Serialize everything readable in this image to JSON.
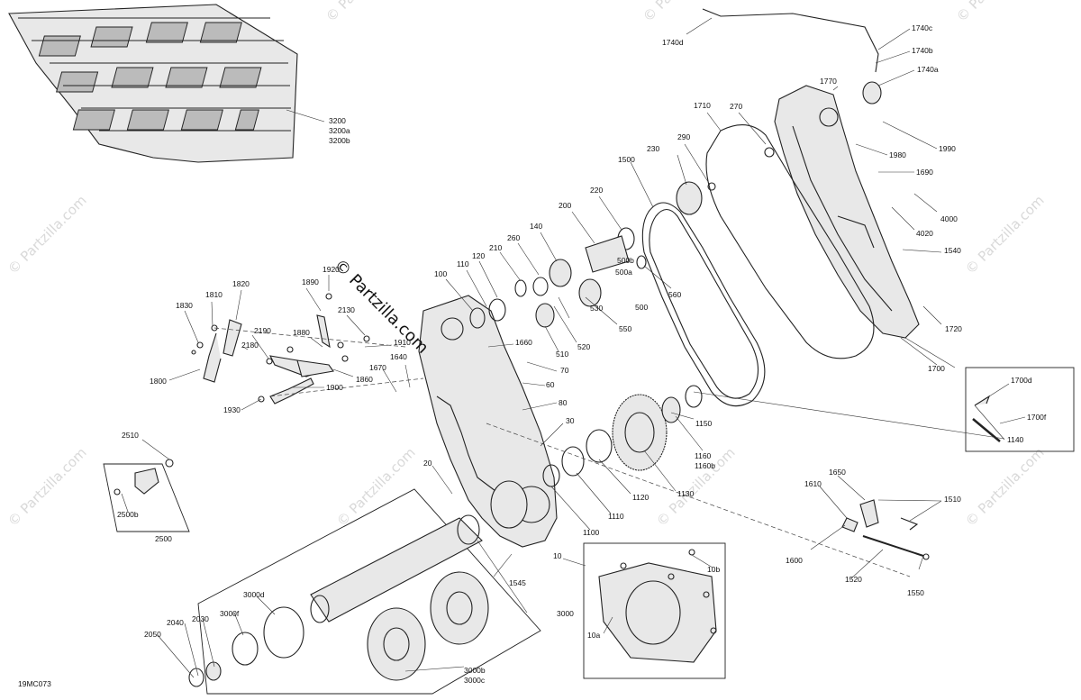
{
  "diagram_code": "19MC073",
  "watermark": {
    "main": "© Partzilla.com",
    "repeat": "© Partzilla.com"
  },
  "labels": [
    {
      "id": "3200",
      "text": "3200"
    },
    {
      "id": "3200a",
      "text": "3200a"
    },
    {
      "id": "3200b",
      "text": "3200b"
    },
    {
      "id": "1740d",
      "text": "1740d"
    },
    {
      "id": "1740c",
      "text": "1740c"
    },
    {
      "id": "1740b",
      "text": "1740b"
    },
    {
      "id": "1740a",
      "text": "1740a"
    },
    {
      "id": "1770",
      "text": "1770"
    },
    {
      "id": "1710",
      "text": "1710"
    },
    {
      "id": "270",
      "text": "270"
    },
    {
      "id": "1990",
      "text": "1990"
    },
    {
      "id": "1980",
      "text": "1980"
    },
    {
      "id": "290",
      "text": "290"
    },
    {
      "id": "230",
      "text": "230"
    },
    {
      "id": "1500",
      "text": "1500"
    },
    {
      "id": "1690",
      "text": "1690"
    },
    {
      "id": "220",
      "text": "220"
    },
    {
      "id": "200",
      "text": "200"
    },
    {
      "id": "4000",
      "text": "4000"
    },
    {
      "id": "4020",
      "text": "4020"
    },
    {
      "id": "140",
      "text": "140"
    },
    {
      "id": "260",
      "text": "260"
    },
    {
      "id": "210",
      "text": "210"
    },
    {
      "id": "120",
      "text": "120"
    },
    {
      "id": "110",
      "text": "110"
    },
    {
      "id": "100",
      "text": "100"
    },
    {
      "id": "500b",
      "text": "500b"
    },
    {
      "id": "500a",
      "text": "500a"
    },
    {
      "id": "1540",
      "text": "1540"
    },
    {
      "id": "560",
      "text": "560"
    },
    {
      "id": "500",
      "text": "500"
    },
    {
      "id": "530",
      "text": "530"
    },
    {
      "id": "550",
      "text": "550"
    },
    {
      "id": "510",
      "text": "510"
    },
    {
      "id": "520",
      "text": "520"
    },
    {
      "id": "1720",
      "text": "1720"
    },
    {
      "id": "1920",
      "text": "1920"
    },
    {
      "id": "1820",
      "text": "1820"
    },
    {
      "id": "1890",
      "text": "1890"
    },
    {
      "id": "1810",
      "text": "1810"
    },
    {
      "id": "1830",
      "text": "1830"
    },
    {
      "id": "2130",
      "text": "2130"
    },
    {
      "id": "1880",
      "text": "1880"
    },
    {
      "id": "2190",
      "text": "2190"
    },
    {
      "id": "2180",
      "text": "2180"
    },
    {
      "id": "1910",
      "text": "1910"
    },
    {
      "id": "1660",
      "text": "1660"
    },
    {
      "id": "1640",
      "text": "1640"
    },
    {
      "id": "70",
      "text": "70"
    },
    {
      "id": "1670",
      "text": "1670"
    },
    {
      "id": "1860",
      "text": "1860"
    },
    {
      "id": "1800",
      "text": "1800"
    },
    {
      "id": "1900",
      "text": "1900"
    },
    {
      "id": "60",
      "text": "60"
    },
    {
      "id": "80",
      "text": "80"
    },
    {
      "id": "1930",
      "text": "1930"
    },
    {
      "id": "1700",
      "text": "1700"
    },
    {
      "id": "1700d",
      "text": "1700d"
    },
    {
      "id": "1700f",
      "text": "1700f"
    },
    {
      "id": "30",
      "text": "30"
    },
    {
      "id": "1140",
      "text": "1140"
    },
    {
      "id": "1150",
      "text": "1150"
    },
    {
      "id": "1160",
      "text": "1160"
    },
    {
      "id": "1160b",
      "text": "1160b"
    },
    {
      "id": "2510",
      "text": "2510"
    },
    {
      "id": "20",
      "text": "20"
    },
    {
      "id": "1130",
      "text": "1130"
    },
    {
      "id": "1120",
      "text": "1120"
    },
    {
      "id": "1110",
      "text": "1110"
    },
    {
      "id": "1100",
      "text": "1100"
    },
    {
      "id": "2500b",
      "text": "2500b"
    },
    {
      "id": "2500",
      "text": "2500"
    },
    {
      "id": "1650",
      "text": "1650"
    },
    {
      "id": "1610",
      "text": "1610"
    },
    {
      "id": "1510",
      "text": "1510"
    },
    {
      "id": "10",
      "text": "10"
    },
    {
      "id": "1545",
      "text": "1545"
    },
    {
      "id": "10b",
      "text": "10b"
    },
    {
      "id": "1600",
      "text": "1600"
    },
    {
      "id": "1520",
      "text": "1520"
    },
    {
      "id": "1550",
      "text": "1550"
    },
    {
      "id": "3000d",
      "text": "3000d"
    },
    {
      "id": "3000f",
      "text": "3000f"
    },
    {
      "id": "3000",
      "text": "3000"
    },
    {
      "id": "2040",
      "text": "2040"
    },
    {
      "id": "2030",
      "text": "2030"
    },
    {
      "id": "2050",
      "text": "2050"
    },
    {
      "id": "10a",
      "text": "10a"
    },
    {
      "id": "3000b",
      "text": "3000b"
    },
    {
      "id": "3000c",
      "text": "3000c"
    }
  ]
}
